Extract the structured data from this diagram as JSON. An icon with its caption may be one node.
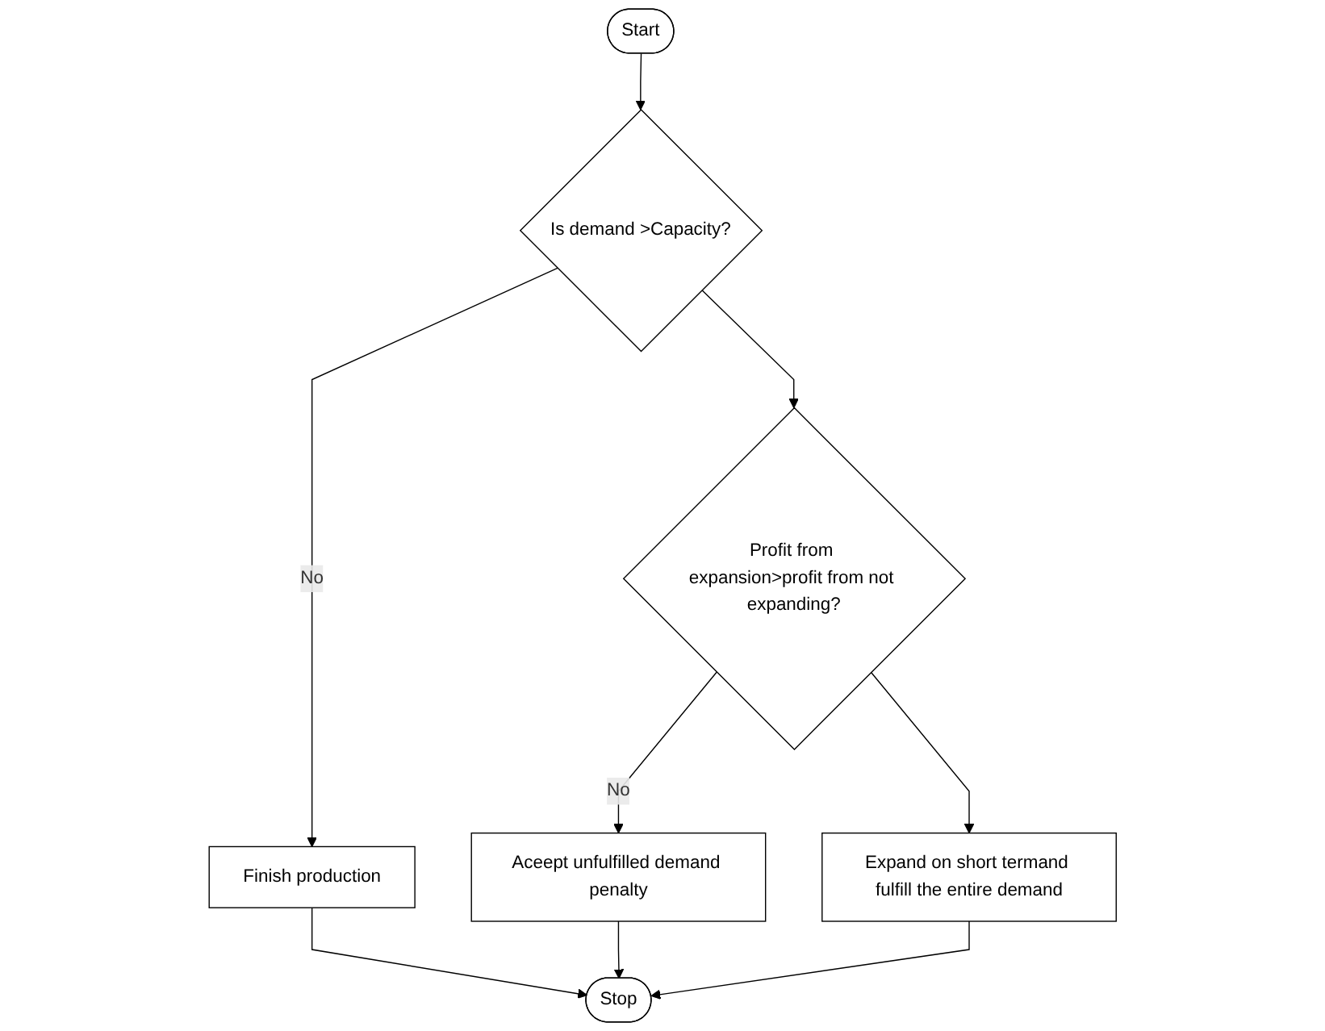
{
  "diagram": {
    "nodes": [
      {
        "text": [
          "Start"
        ]
      },
      {
        "text": [
          "Is demand >Capacity?"
        ]
      },
      {
        "text": [
          "Finish production"
        ]
      },
      {
        "text": [
          "Profit from expansion>profit from not expanding?"
        ]
      },
      {
        "text": [
          "Aceept unfulfilled demand penalty"
        ]
      },
      {
        "text": [
          "Expand on short termand fulfill the entire demand"
        ]
      },
      {
        "text": [
          "Stop"
        ]
      }
    ],
    "edges": [
      {
        "from": 0,
        "to": 1,
        "arrow": "to"
      },
      {
        "from": 1,
        "to": 2,
        "label": "No",
        "arrow": "to"
      },
      {
        "from": 1,
        "to": 3,
        "arrow": "to"
      },
      {
        "from": 3,
        "to": 4,
        "label": "No",
        "arrow": "to"
      },
      {
        "from": 3,
        "to": 5,
        "arrow": "to"
      },
      {
        "from": 5,
        "to": 6,
        "arrow": "to"
      },
      {
        "from": 2,
        "to": 6,
        "arrow": "to"
      },
      {
        "from": 4,
        "to": 6,
        "arrow": "to"
      }
    ]
  }
}
